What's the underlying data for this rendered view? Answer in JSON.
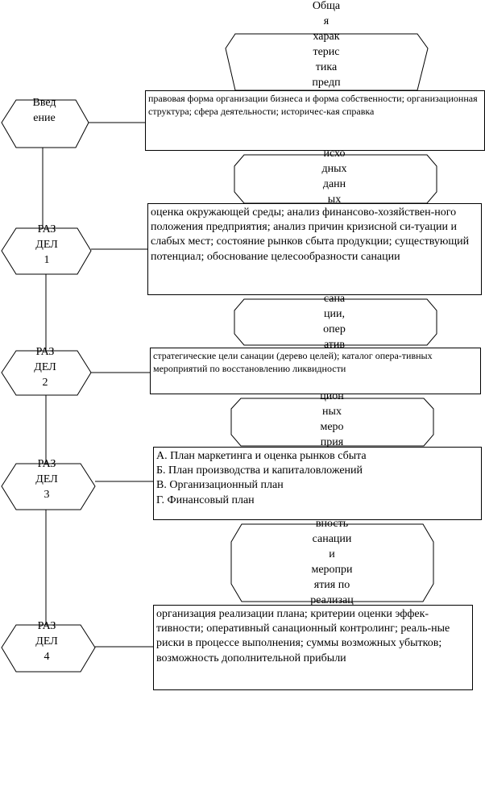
{
  "sections": [
    {
      "id": "intro",
      "label": [
        "Введ",
        "ение"
      ],
      "text": "правовая форма организации бизнеса и форма собственности; организационная структура; сфера деятельности; историчес-кая справка"
    },
    {
      "id": "s1",
      "label": [
        "РАЗ",
        "ДЕЛ",
        "1"
      ],
      "text": "оценка окружающей среды; анализ финансово-хозяйствен-ного положения предприятия; анализ причин кризисной си-туации и слабых мест; состояние рынков сбыта продукции; существующий потенциал; обоснование целесообразности санации"
    },
    {
      "id": "s2",
      "label": [
        "РАЗ",
        "ДЕЛ",
        "2"
      ],
      "text": "стратегические цели санации (дерево целей); каталог опера-тивных мероприятий по восстановлению ликвидности"
    },
    {
      "id": "s3",
      "label": [
        "РАЗ",
        "ДЕЛ",
        "3"
      ],
      "text": [
        "А. План маркетинга и оценка рынков сбыта",
        "Б. План производства и капиталовложений",
        "В. Организационный план",
        "Г. Финансовый план"
      ]
    },
    {
      "id": "s4",
      "label": [
        "РАЗ",
        "ДЕЛ",
        "4"
      ],
      "text": "организация реализации плана; критерии оценки эффек-тивности; оперативный санационный контролинг; реаль-ные риски в процессе выполнения; суммы возможных убытков; возможность дополнительной прибыли"
    }
  ],
  "headers": [
    [
      "Обща",
      "я",
      "харак",
      "терис",
      "тика",
      "предп"
    ],
    [
      "исхо",
      "дных",
      "данн",
      "ых"
    ],
    [
      "сана",
      "ции,",
      "опер",
      "атив"
    ],
    [
      "цион",
      "ных",
      "меро",
      "прия"
    ],
    [
      "вность",
      "санации",
      "и",
      "меропри",
      "ятия по",
      "реализац"
    ]
  ]
}
